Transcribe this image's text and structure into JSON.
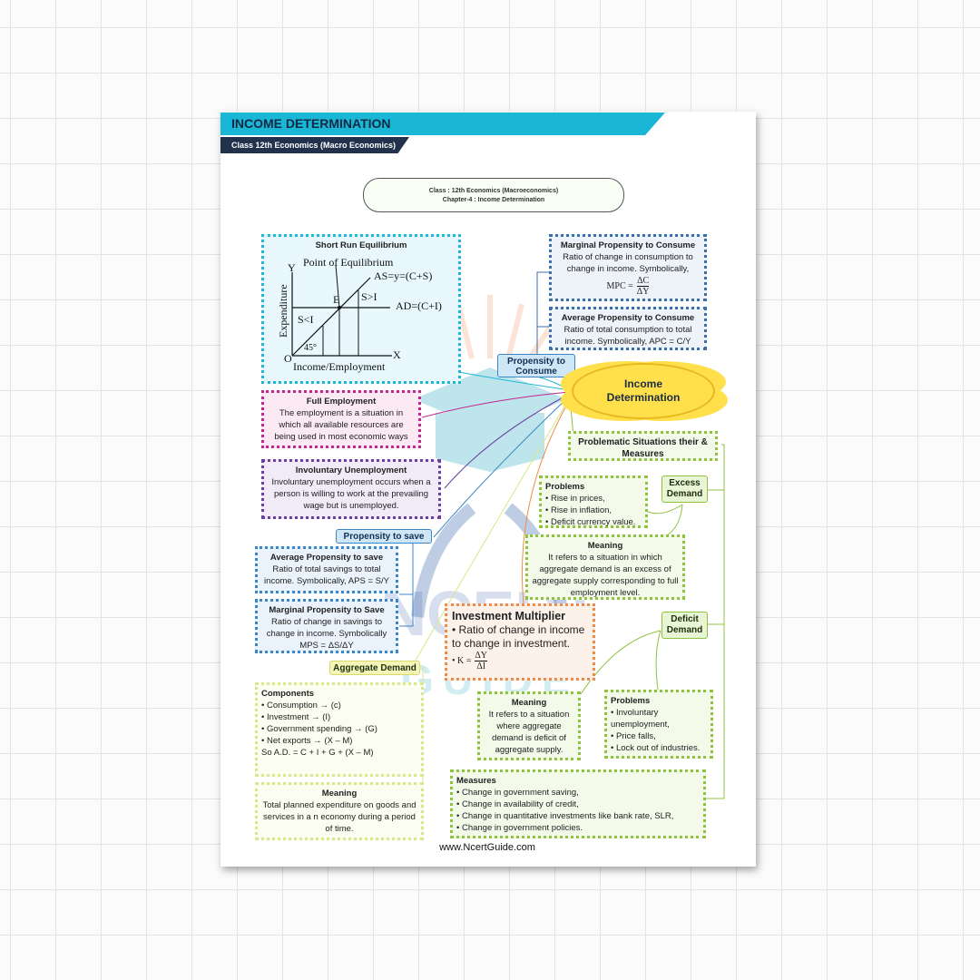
{
  "header": {
    "title": "INCOME DETERMINATION",
    "subtitle": "Class 12th Economics (Macro Economics)"
  },
  "chapter_pill": {
    "line1": "Class : 12th Economics (Macroeconomics)",
    "line2": "Chapter-4 : Income Determination"
  },
  "central_node": {
    "line1": "Income",
    "line2": "Determination"
  },
  "short_run": {
    "title": "Short Run Equilibrium",
    "y_axis": "Y",
    "x_axis": "X",
    "origin": "O",
    "ylabel": "Expenditure",
    "xlabel": "Income/Employment",
    "point_label": "Point of Equilibrium",
    "as_label": "AS=y=(C+S)",
    "ad_label": "AD=(C+I)",
    "e_label": "E",
    "s_less": "S<I",
    "s_more": "S>I",
    "angle": "45°"
  },
  "propensity_consume": {
    "tag": "Propensity to Consume",
    "mpc_title": "Marginal Propensity to Consume",
    "mpc_text": "Ratio of change in consumption to change in income. Symbolically,",
    "mpc_formula_lhs": "MPC =",
    "mpc_num": "ΔC",
    "mpc_den": "ΔY",
    "apc_title": "Average Propensity to Consume",
    "apc_text": "Ratio of total consumption to total income. Symbolically, APC = C/Y"
  },
  "full_employment": {
    "title": "Full Employment",
    "text": "The employment is a situation in which all available resources are being used in most economic ways"
  },
  "involuntary": {
    "title": "Involuntary Unemployment",
    "text": "Involuntary unemployment occurs when a person is willing to work at the prevailing wage but is unemployed."
  },
  "propensity_save": {
    "tag": "Propensity to save",
    "aps_title": "Average Propensity to save",
    "aps_text": "Ratio of total savings to total income. Symbolically, APS = S/Y",
    "mps_title": "Marginal Propensity to Save",
    "mps_text": "Ratio of change in savings to change in income. Symbolically MPS = ΔS/ΔY"
  },
  "problematic": {
    "tag": "Problematic Situations their & Measures",
    "excess_tag": "Excess Demand",
    "excess_problems_title": "Problems",
    "excess_problems": [
      "• Rise in prices,",
      "• Rise in inflation,",
      "• Deficit currency value."
    ],
    "excess_meaning_title": "Meaning",
    "excess_meaning": "It refers to a situation in which aggregate demand is an excess of aggregate supply corresponding to full employment level.",
    "deficit_tag": "Deficit Demand",
    "deficit_meaning_title": "Meaning",
    "deficit_meaning": "It refers to a situation where aggregate demand is deficit of aggregate supply.",
    "deficit_problems_title": "Problems",
    "deficit_problems": [
      "• Involuntary unemployment,",
      "• Price falls,",
      "• Lock out of industries."
    ],
    "measures_title": "Measures",
    "measures": [
      "• Change in government saving,",
      "• Change in availability of credit,",
      "• Change in quantitative investments like bank rate, SLR,",
      "• Change in government policies."
    ]
  },
  "multiplier": {
    "title": "Investment Multiplier",
    "text": "• Ratio of change in income to change in investment.",
    "formula_lhs": "• K =",
    "num": "ΔY",
    "den": "ΔI"
  },
  "aggregate_demand": {
    "tag": "Aggregate Demand",
    "components_title": "Components",
    "components": [
      "• Consumption → (c)",
      "• Investment → (I)",
      "• Government spending → (G)",
      "• Net exports → (X – M)",
      "So A.D. = C + I + G + (X – M)"
    ],
    "meaning_title": "Meaning",
    "meaning": "Total planned expenditure on goods and services in a n economy during a period of time."
  },
  "watermark": {
    "line1": "NCERT",
    "line2": "GUIDE"
  },
  "footer": "www.NcertGuide.com",
  "colors": {
    "banner": "#19b6d6",
    "banner_sub": "#22324d",
    "cloud": "#ffe04a",
    "grid": "#e3e3e3"
  }
}
